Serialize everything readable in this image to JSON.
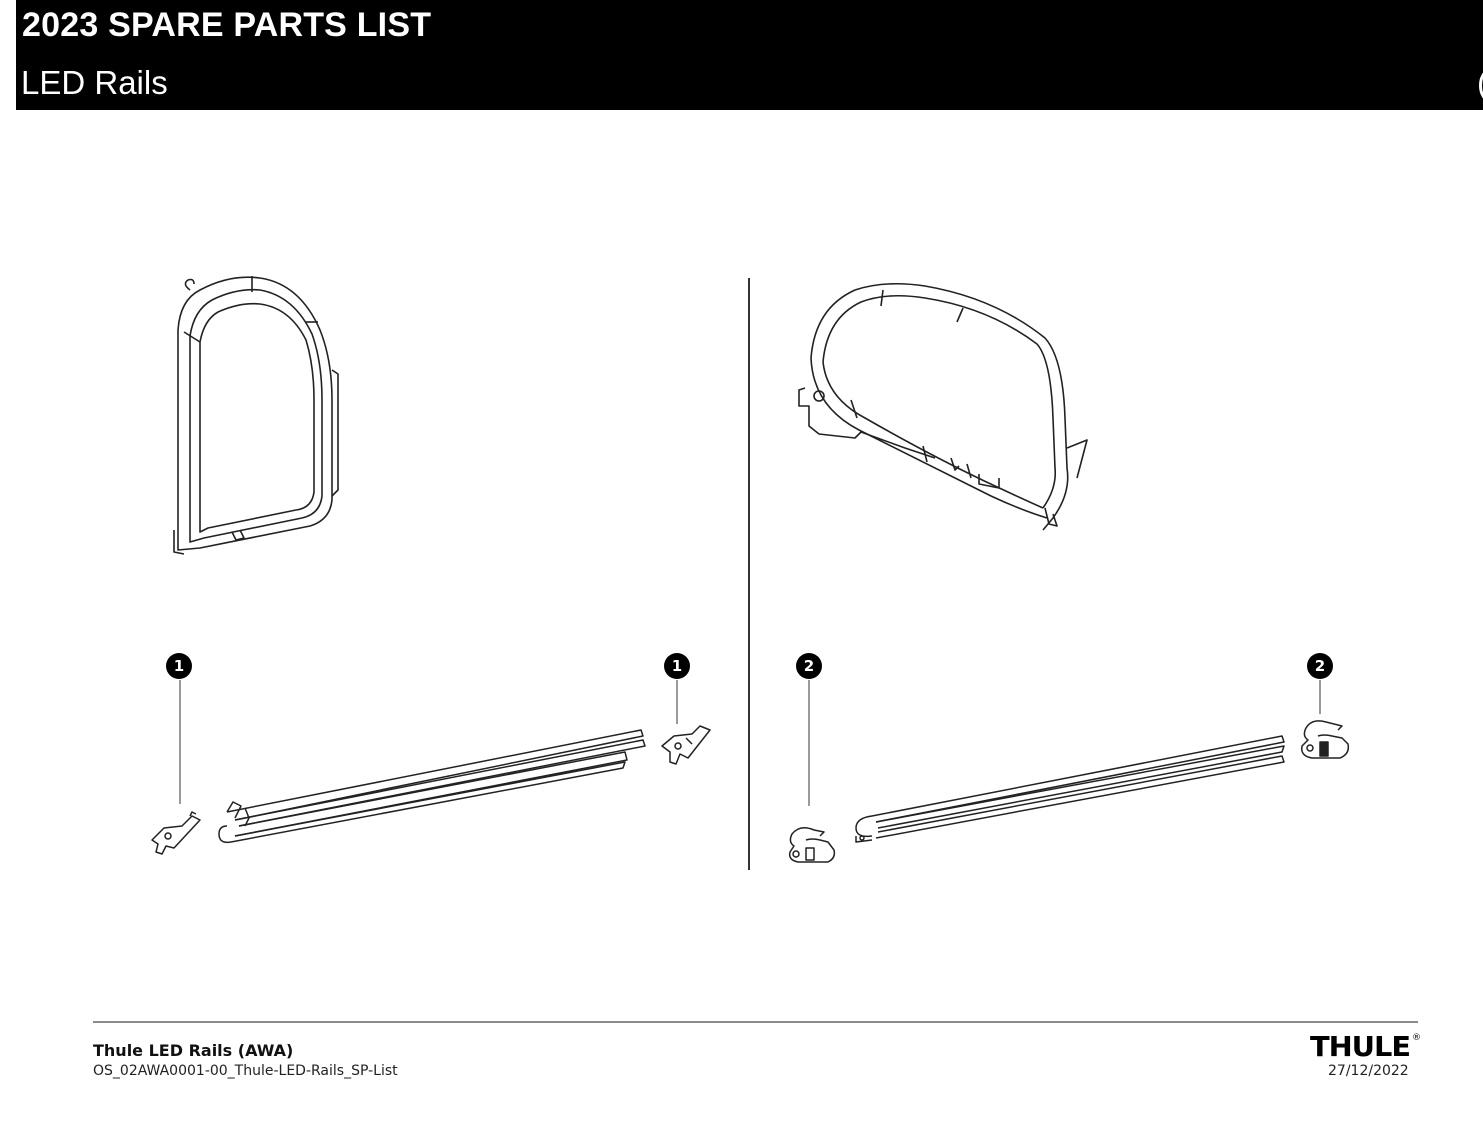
{
  "header": {
    "title": "2023 SPARE PARTS LIST",
    "subtitle": "LED Rails",
    "clipped_glyph": "("
  },
  "diagram": {
    "left_panel": {
      "assembly": "vertical-led-rail-frame",
      "callouts": [
        {
          "number": "1",
          "position": "left-end-cap"
        },
        {
          "number": "1",
          "position": "right-end-cap"
        }
      ]
    },
    "right_panel": {
      "assembly": "angled-led-rail-frame",
      "callouts": [
        {
          "number": "2",
          "position": "left-end-cap"
        },
        {
          "number": "2",
          "position": "right-end-cap"
        }
      ]
    }
  },
  "footer": {
    "product_name": "Thule LED Rails (AWA)",
    "document_id": "OS_02AWA0001-00_Thule-LED-Rails_SP-List",
    "brand": "THULE",
    "brand_mark": "®",
    "date": "27/12/2022"
  },
  "colors": {
    "header_bg": "#000000",
    "header_text": "#ffffff",
    "line_art": "#222222",
    "leader": "#9a9a9a",
    "rule": "#8c8c8c"
  }
}
